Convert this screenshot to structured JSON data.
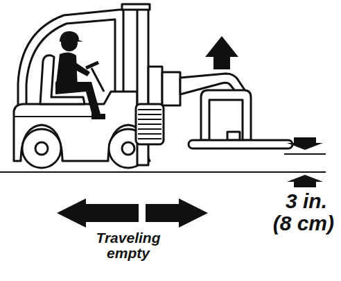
{
  "diagram": {
    "labels": [
      "3 in.",
      "(8 cm)",
      "Traveling empty"
    ]
  }
}
